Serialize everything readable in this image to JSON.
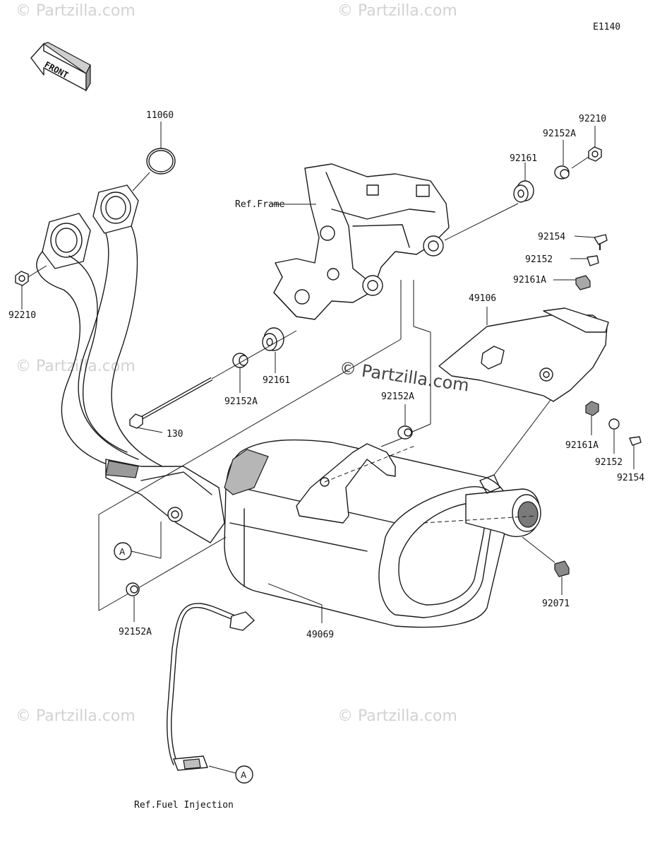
{
  "diagram_code": "E1140",
  "front_label": "FRONT",
  "watermark_text": "© Partzilla.com",
  "center_watermark": "© Partzilla.com",
  "callout_letter": "A",
  "parts": {
    "gasket_11060": "11060",
    "nut_92210_left": "92210",
    "ref_frame": "Ref.Frame",
    "bolt_130": "130",
    "collar_92152A_a": "92152A",
    "damper_92161_a": "92161",
    "damper_92161_b": "92161",
    "collar_92152A_b": "92152A",
    "nut_92210_right": "92210",
    "bolt_92154_a": "92154",
    "collar_92152_a": "92152",
    "grommet_92161A_a": "92161A",
    "cover_49106": "49106",
    "collar_92152A_c": "92152A",
    "grommet_92161A_b": "92161A",
    "collar_92152_b": "92152",
    "bolt_92154_b": "92154",
    "muffler_49069": "49069",
    "collar_92152A_d": "92152A",
    "cap_92071": "92071",
    "ref_fuel_injection": "Ref.Fuel Injection"
  },
  "colors": {
    "line": "#1a1a1a",
    "shade": "#9a9a9a",
    "watermark": "#d2d2d2"
  }
}
